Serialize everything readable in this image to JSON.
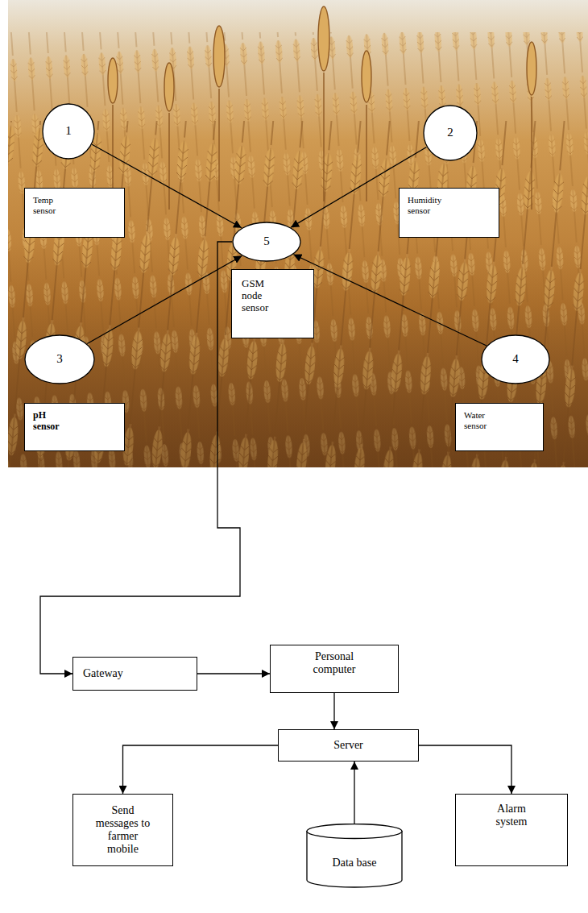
{
  "diagram": {
    "nodes": [
      {
        "text": [
          "1"
        ]
      },
      {
        "text": [
          "2"
        ]
      },
      {
        "text": [
          "Temp sensor"
        ]
      },
      {
        "text": [
          "Humidity sensor"
        ]
      },
      {
        "text": [
          "5"
        ]
      },
      {
        "text": [
          "GSM node sensor"
        ]
      },
      {
        "text": [
          "3"
        ]
      },
      {
        "text": [
          "4"
        ]
      },
      {
        "text": [
          "pH sensor"
        ]
      },
      {
        "text": [
          "Water sensor"
        ]
      },
      {
        "text": [
          "Gateway"
        ]
      },
      {
        "text": [
          "Personal computer"
        ]
      },
      {
        "text": [
          "Server"
        ]
      },
      {
        "text": [
          "Send messages to farmer mobile"
        ]
      },
      {
        "text": [
          "Data base"
        ]
      },
      {
        "text": [
          "Alarm system"
        ]
      }
    ],
    "edges": [
      {
        "from": 0,
        "to": 4,
        "arrow": "to"
      },
      {
        "from": 1,
        "to": 4,
        "arrow": "to"
      },
      {
        "from": 6,
        "to": 4,
        "arrow": "to"
      },
      {
        "from": 7,
        "to": 4,
        "arrow": "to"
      },
      {
        "from": 4,
        "to": 10,
        "arrow": "to"
      },
      {
        "from": 10,
        "to": 11,
        "arrow": "to"
      },
      {
        "from": 11,
        "to": 12,
        "arrow": "to"
      },
      {
        "from": 12,
        "to": 13,
        "arrow": "to"
      },
      {
        "from": 14,
        "to": 12,
        "arrow": "to"
      },
      {
        "from": 12,
        "to": 15,
        "arrow": "to"
      }
    ]
  }
}
